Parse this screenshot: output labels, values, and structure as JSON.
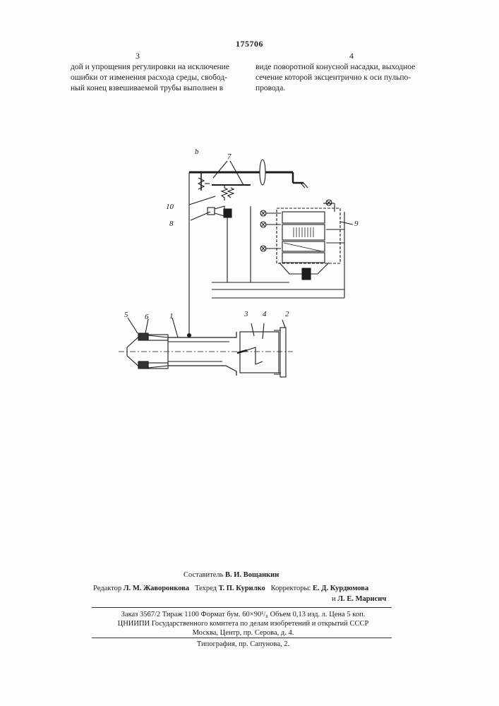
{
  "patent_number": "175706",
  "columns": {
    "left_number": "3",
    "right_number": "4",
    "left_lines": [
      "дой и упрощения регулировки на исключение",
      "ошибки от изменения расхода среды, свобод-",
      "ный конец взвешиваемой трубы выполнен в"
    ],
    "right_lines": [
      "виде поворотной конусной насадки, выходное",
      "сечение которой эксцентрично к оси пульпо-",
      "провода."
    ]
  },
  "figure": {
    "labels": {
      "l1": "1",
      "l2": "2",
      "l3": "3",
      "l4": "4",
      "l5": "5",
      "l6": "6",
      "l7": "7",
      "l8": "8",
      "l9": "9",
      "l10": "10",
      "lb": "b"
    }
  },
  "footer": {
    "compiler_label": "Составитель",
    "compiler_name": "В. И. Вощанкин",
    "editor_label": "Редактор",
    "editor_name": "Л. М. Жаворонкова",
    "techred_label": "Техред",
    "techred_name": "Т. П. Курилко",
    "correctors_label": "Корректоры:",
    "corrector_1": "Е. Д. Курдюмова",
    "corrector_2_prefix": "и",
    "corrector_2": "Л. Е. Марисич",
    "order_line": "Заказ 3567/2   Тираж 1100   Формат бум. 60×90¹/₈   Объем 0,13 изд. л.   Цена 5 коп.",
    "org_line": "ЦНИИПИ Государственного комитета по делам изобретений и открытий СССР",
    "address_line": "Москва, Центр, пр. Серова, д. 4.",
    "print_line": "Типография, пр. Сапунова, 2."
  }
}
